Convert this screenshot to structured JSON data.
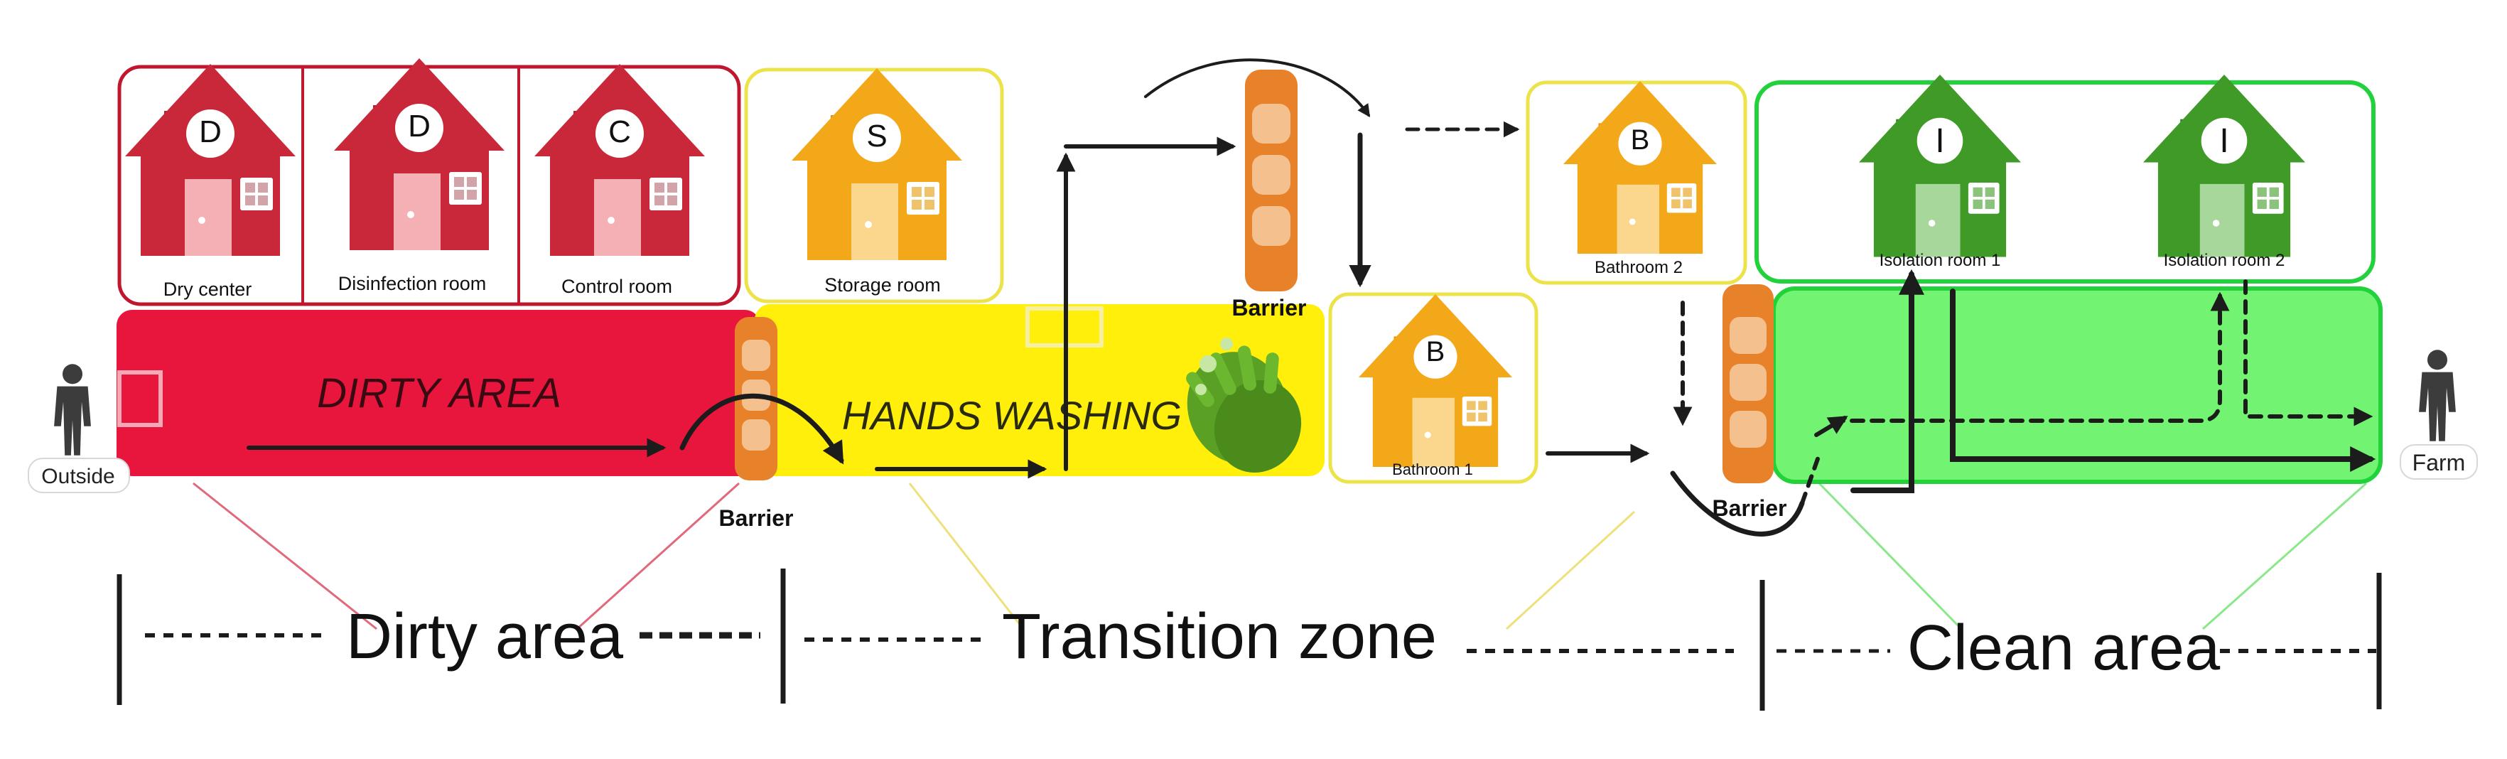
{
  "colors": {
    "dirty": "#e8163c",
    "dirty_border": "#c0172f",
    "house_red": "#c8283a",
    "transition": "#ffef0a",
    "transition_border": "#ece34a",
    "house_orange": "#f3a81a",
    "clean": "#72f472",
    "clean_border": "#21d23a",
    "house_green": "#3f9a28",
    "barrier": "#e8822a",
    "barrier_block": "#f4c08e"
  },
  "rooms": {
    "dry_center": {
      "letter": "D",
      "label": "Dry center"
    },
    "disinfection": {
      "letter": "D",
      "label": "Disinfection room"
    },
    "control": {
      "letter": "C",
      "label": "Control  room"
    },
    "storage": {
      "letter": "S",
      "label": "Storage room"
    },
    "bathroom2": {
      "letter": "B",
      "label": "Bathroom 2"
    },
    "bathroom1": {
      "letter": "B",
      "label": "Bathroom 1"
    },
    "isolation1": {
      "letter": "I",
      "label": "Isolation room 1"
    },
    "isolation2": {
      "letter": "I",
      "label": "Isolation room 2"
    }
  },
  "areas": {
    "dirty_inner": "DIRTY AREA",
    "hands_washing": "HANDS WASHING"
  },
  "barrier_label": "Barrier",
  "people": {
    "outside": "Outside",
    "farm": "Farm"
  },
  "zones": {
    "dirty": "Dirty area",
    "transition": "Transition zone",
    "clean": "Clean area"
  },
  "icons": {
    "person": "person-icon",
    "hands": "hands-washing-icon",
    "house": "house-icon"
  }
}
